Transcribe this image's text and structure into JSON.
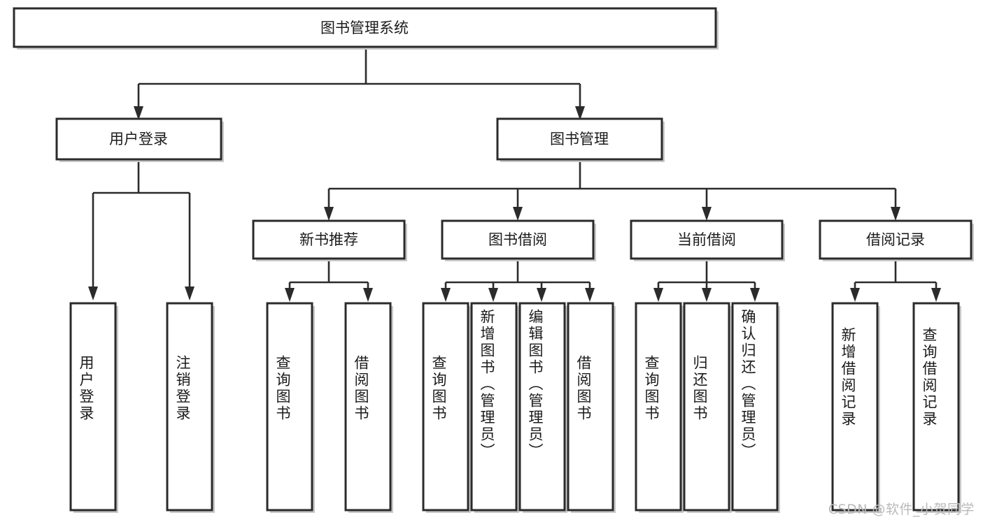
{
  "diagram": {
    "title": "图书管理系统",
    "type": "tree-hierarchy-diagram",
    "watermark": "CSDN @软件_小贺同学",
    "colors": {
      "box_stroke": "#2b2b2b",
      "box_fill": "#ffffff",
      "text": "#1b1b1b",
      "background": "#ffffff",
      "watermark": "#b9b9b9"
    },
    "root": {
      "label": "图书管理系统"
    },
    "level2": [
      {
        "label": "用户登录"
      },
      {
        "label": "图书管理"
      }
    ],
    "level3": [
      {
        "label": "新书推荐"
      },
      {
        "label": "图书借阅"
      },
      {
        "label": "当前借阅"
      },
      {
        "label": "借阅记录"
      }
    ],
    "leaves": {
      "user_login": [
        {
          "label": "用户登录"
        },
        {
          "label": "注销登录"
        }
      ],
      "new_book_recommend": [
        {
          "label": "查询图书"
        },
        {
          "label": "借阅图书"
        }
      ],
      "book_borrow": [
        {
          "label": "查询图书"
        },
        {
          "label": "新增图书（管理员）"
        },
        {
          "label": "编辑图书（管理员）"
        },
        {
          "label": "借阅图书"
        }
      ],
      "current_borrow": [
        {
          "label": "查询图书"
        },
        {
          "label": "归还图书"
        },
        {
          "label": "确认归还（管理员）"
        }
      ],
      "borrow_record": [
        {
          "label": "新增借阅记录"
        },
        {
          "label": "查询借阅记录"
        }
      ]
    }
  }
}
